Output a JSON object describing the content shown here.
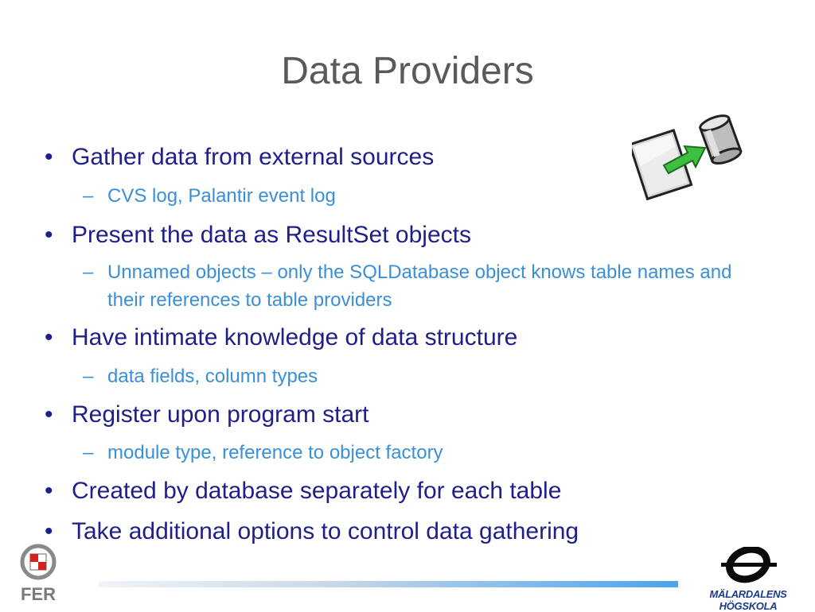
{
  "slide": {
    "title": "Data Providers",
    "items": [
      {
        "bullet": "•",
        "text": "Gather data from external sources",
        "subs": [
          {
            "dash": "–",
            "text": "CVS log, Palantir event log"
          }
        ]
      },
      {
        "bullet": "•",
        "text": "Present the data as ResultSet objects",
        "subs": [
          {
            "dash": "–",
            "text": "Unnamed objects – only the SQLDatabase object knows table names and their references to table providers"
          }
        ]
      },
      {
        "bullet": "•",
        "text": "Have intimate knowledge of data structure",
        "subs": [
          {
            "dash": "–",
            "text": "data fields, column types"
          }
        ]
      },
      {
        "bullet": "•",
        "text": "Register upon program start",
        "subs": [
          {
            "dash": "–",
            "text": "module type, reference to object factory"
          }
        ]
      },
      {
        "bullet": "•",
        "text": "Created by database separately for each table",
        "subs": []
      },
      {
        "bullet": "•",
        "text": "Take additional options to control data gathering",
        "subs": []
      }
    ]
  },
  "logos": {
    "left_text": "FER",
    "right_text": "MÄLARDALENS HÖGSKOLA"
  },
  "colors": {
    "title": "#5a5a5a",
    "bullet_text": "#1f1f8a",
    "sub_text": "#3b8fd8"
  },
  "icons": {
    "illustration": "database-transfer-icon"
  }
}
